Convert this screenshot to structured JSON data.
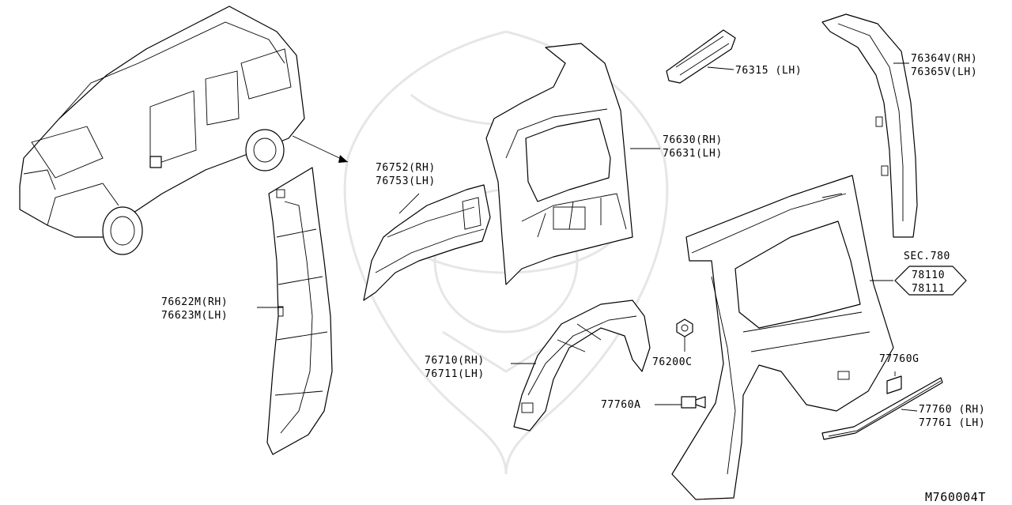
{
  "diagram_code": "M760004T",
  "section_ref": "SEC.780",
  "labels": {
    "p76315": "76315 (LH)",
    "p76364": "76364V(RH)",
    "p76365": "76365V(LH)",
    "p76630": "76630(RH)",
    "p76631": "76631(LH)",
    "p76752": "76752(RH)",
    "p76753": "76753(LH)",
    "p76622": "76622M(RH)",
    "p76623": "76623M(LH)",
    "p78110": "78110",
    "p78111": "78111",
    "p76710": "76710(RH)",
    "p76711": "76711(LH)",
    "p76200": "76200C",
    "p77760g": "77760G",
    "p77760a": "77760A",
    "p77760": "77760 (RH)",
    "p77761": "77761 (LH)"
  }
}
